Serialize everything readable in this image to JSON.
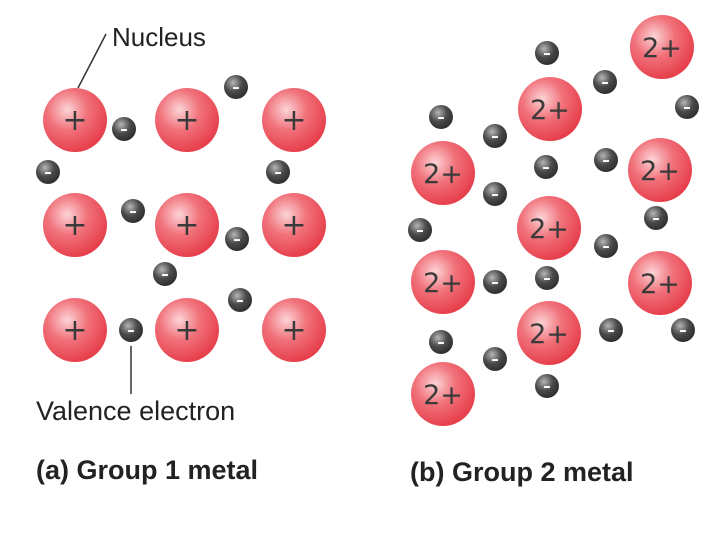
{
  "labels": {
    "nucleus": "Nucleus",
    "valence_electron": "Valence electron",
    "caption_a": "(a) Group 1 metal",
    "caption_b": "(b) Group 2 metal"
  },
  "glyphs": {
    "group1_ion": "+",
    "group2_ion": "2+",
    "electron": "–"
  },
  "colors": {
    "ion": "#ec4a55",
    "ion_highlight": "#fbd4d6",
    "electron": "#3a3a3a",
    "electron_highlight": "#b5b5b5",
    "text": "#222222"
  },
  "panels": {
    "group1": {
      "ion_count": 9,
      "electron_count": 9
    },
    "group2": {
      "ion_count": 9,
      "electron_count": 18
    }
  }
}
